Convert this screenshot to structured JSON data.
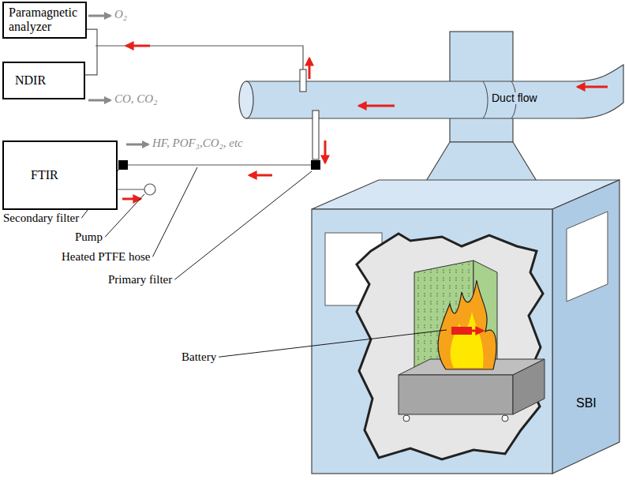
{
  "diagram": {
    "nodes": [
      {
        "text": [
          "Paramagnetic analyzer"
        ]
      },
      {
        "text": [
          "NDIR"
        ]
      },
      {
        "text": [
          "FTIR"
        ]
      }
    ],
    "edges": [
      {
        "from": 0,
        "to": 1,
        "arrow": "none"
      }
    ],
    "labels": [
      "O₂",
      "CO, CO₂",
      "Duct flow",
      "HF, POF₃,CO₂, etc",
      "Secondary filter",
      "Pump",
      "Heated PTFE hose",
      "Primary filter",
      "Battery",
      "SBI"
    ]
  }
}
